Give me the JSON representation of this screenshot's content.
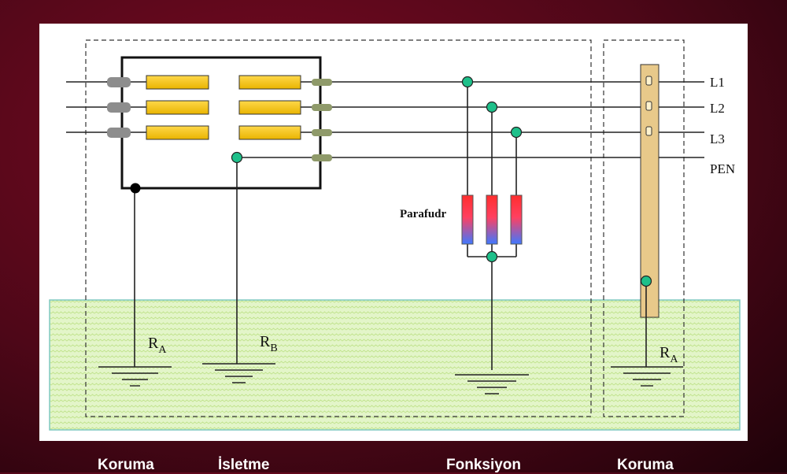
{
  "lines": {
    "l1": "L1",
    "l2": "L2",
    "l3": "L3",
    "pen": "PEN"
  },
  "labels": {
    "surge_arrester": "Parafudr",
    "ra_left": {
      "main": "R",
      "sub": "A"
    },
    "rb": {
      "main": "R",
      "sub": "B"
    },
    "ra_right": {
      "main": "R",
      "sub": "A"
    }
  },
  "captions": {
    "koruma_left": "Koruma",
    "isletme": "İsletme",
    "fonksiyon": "Fonksiyon",
    "koruma_right": "Koruma"
  },
  "colors": {
    "background": "#5a0a1c",
    "fuse_fill": "#f5c518",
    "node_fill": "#1ec08a",
    "earth_zone_fill": "#d8f0b8",
    "earth_zone_border": "#7ec9c0",
    "pole_fill": "#e8c98a",
    "arrester_top": "#ff3b3b",
    "arrester_bottom": "#4a7bff"
  }
}
